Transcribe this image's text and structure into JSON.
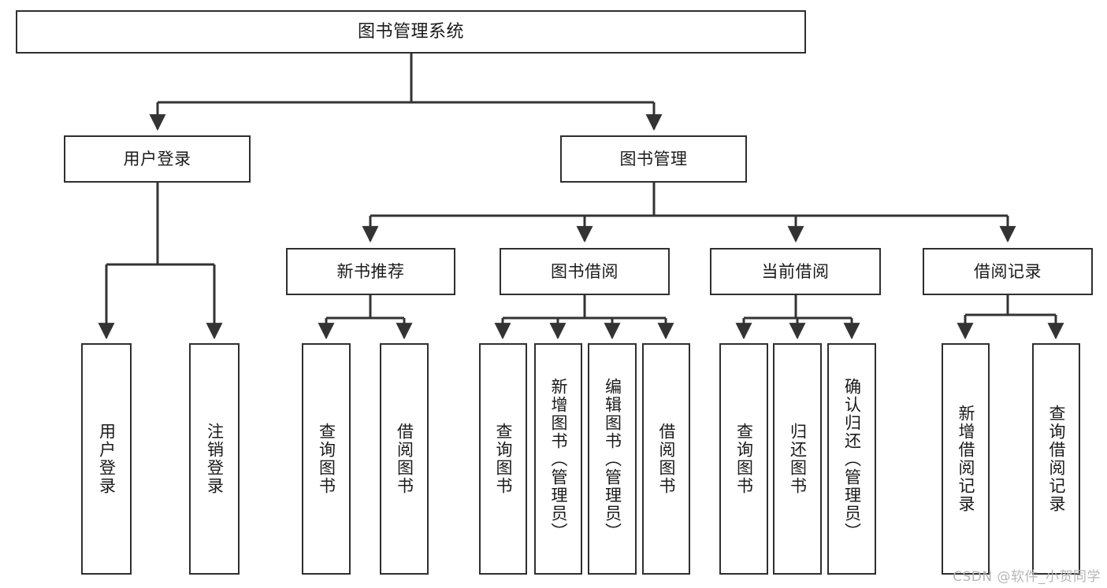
{
  "diagram": {
    "type": "tree-hierarchy",
    "title": "图书管理系统",
    "orientation": "top-down",
    "colors": {
      "box_border": "#2f2f2f",
      "box_fill": "#ffffff",
      "connector": "#333333",
      "text": "#1a1a1a",
      "watermark": "#b6b6b6",
      "background": "#ffffff"
    },
    "nodes": {
      "root": {
        "label": "图书管理系统"
      },
      "level1": [
        {
          "id": "user-login",
          "label": "用户登录"
        },
        {
          "id": "book-management",
          "label": "图书管理"
        }
      ],
      "level2": [
        {
          "id": "new-book-recommend",
          "label": "新书推荐"
        },
        {
          "id": "book-borrow",
          "label": "图书借阅"
        },
        {
          "id": "current-borrow",
          "label": "当前借阅"
        },
        {
          "id": "borrow-record",
          "label": "借阅记录"
        }
      ],
      "leaves": {
        "user-login": [
          {
            "id": "leaf-user-login",
            "label": "用户登录"
          },
          {
            "id": "leaf-logout-login",
            "label": "注销登录"
          }
        ],
        "new-book-recommend": [
          {
            "id": "leaf-query-book-1",
            "label": "查询图书"
          },
          {
            "id": "leaf-borrow-book-1",
            "label": "借阅图书"
          }
        ],
        "book-borrow": [
          {
            "id": "leaf-query-book-2",
            "label": "查询图书"
          },
          {
            "id": "leaf-add-book",
            "label": "新增图书（管理员）"
          },
          {
            "id": "leaf-edit-book",
            "label": "编辑图书（管理员）"
          },
          {
            "id": "leaf-borrow-book-2",
            "label": "借阅图书"
          }
        ],
        "current-borrow": [
          {
            "id": "leaf-query-book-3",
            "label": "查询图书"
          },
          {
            "id": "leaf-return-book",
            "label": "归还图书"
          },
          {
            "id": "leaf-confirm-return",
            "label": "确认归还（管理员）"
          }
        ],
        "borrow-record": [
          {
            "id": "leaf-add-record",
            "label": "新增借阅记录"
          },
          {
            "id": "leaf-query-record",
            "label": "查询借阅记录"
          }
        ]
      }
    },
    "watermark": "CSDN @软件_小贺同学"
  }
}
